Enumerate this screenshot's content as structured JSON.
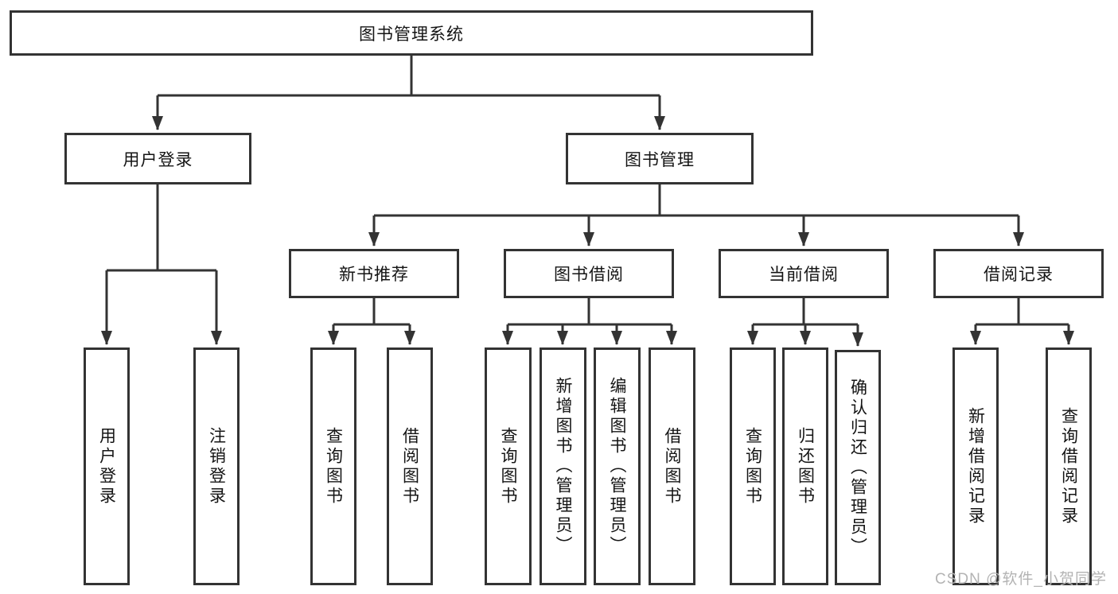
{
  "nodes": {
    "root": "图书管理系统",
    "user_login": "用户登录",
    "book_mgmt": "图书管理",
    "new_book_rec": "新书推荐",
    "book_borrow": "图书借阅",
    "current_borrow": "当前借阅",
    "borrow_record": "借阅记录",
    "leaf_user_login": "用户登录",
    "leaf_logout": "注销登录",
    "rec_query_book": "查询图书",
    "rec_borrow_book": "借阅图书",
    "bb_query_book": "查询图书",
    "bb_add_book": "新增图书（管理员）",
    "bb_edit_book": "编辑图书（管理员）",
    "bb_borrow_book": "借阅图书",
    "cb_query_book": "查询图书",
    "cb_return_book": "归还图书",
    "cb_confirm_return": "确认归还（管理员）",
    "br_add_record": "新增借阅记录",
    "br_query_record": "查询借阅记录"
  },
  "watermark": "CSDN @软件_小贺同学",
  "colors": {
    "line": "#333333",
    "text": "#141414",
    "background": "#ffffff",
    "watermark": "#b3b3b3"
  }
}
